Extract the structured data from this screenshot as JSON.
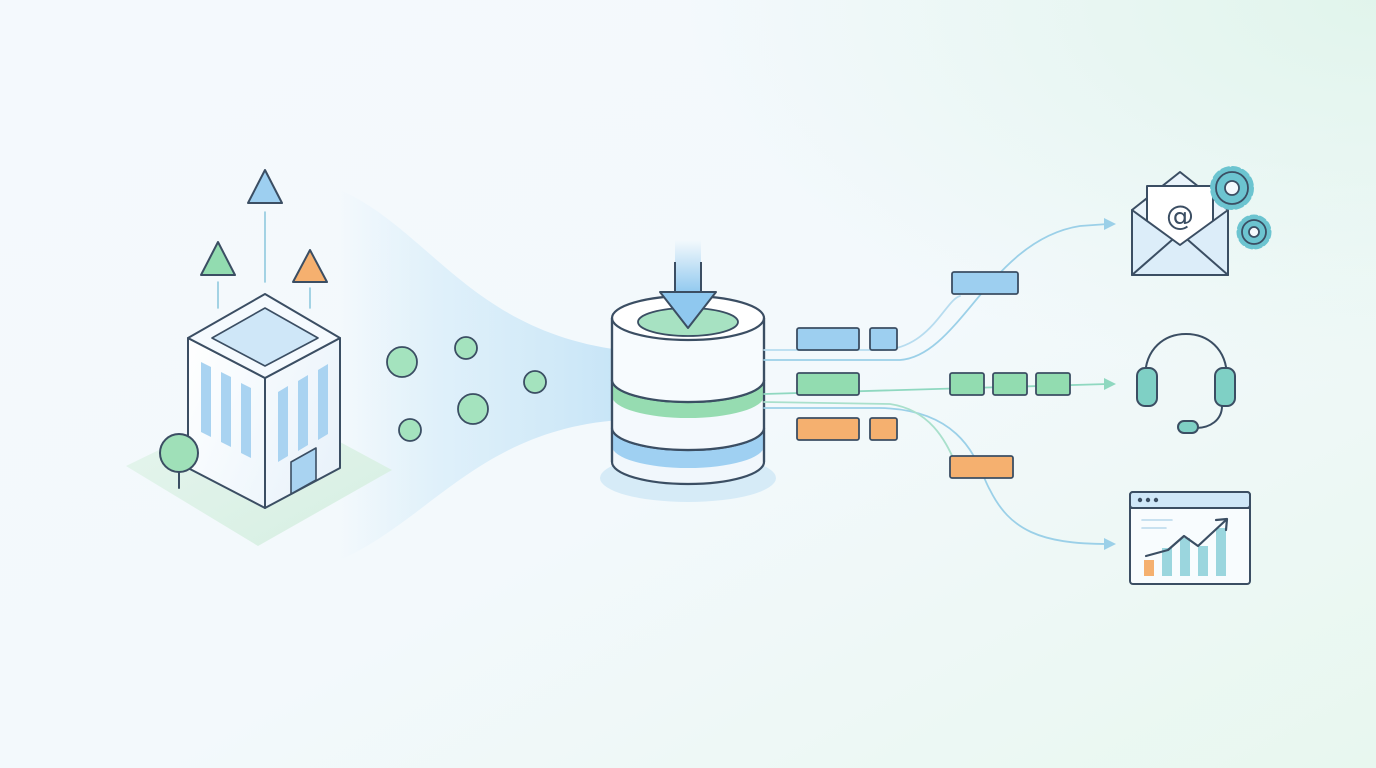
{
  "diagram": {
    "nodes": [
      {
        "id": "building",
        "kind": "source",
        "icon": "office-building-icon"
      },
      {
        "id": "database",
        "kind": "hub",
        "icon": "database-icon"
      },
      {
        "id": "email",
        "kind": "destination",
        "icon": "email-settings-icon"
      },
      {
        "id": "support",
        "kind": "destination",
        "icon": "headset-icon"
      },
      {
        "id": "analytics",
        "kind": "destination",
        "icon": "analytics-dashboard-icon"
      }
    ],
    "edges": [
      {
        "from": "building",
        "to": "database",
        "style": "data-stream"
      },
      {
        "from": "database",
        "to": "email",
        "packet_color": "blue"
      },
      {
        "from": "database",
        "to": "support",
        "packet_color": "green"
      },
      {
        "from": "database",
        "to": "analytics",
        "packet_color": "orange"
      }
    ],
    "glyphs": {
      "email_symbol": "@"
    }
  },
  "colors": {
    "background_start": "#f4f9fd",
    "background_end": "#e8f7ef",
    "outline": "#3b4e63",
    "blue": "#9dcff0",
    "blue_light": "#d4ebfa",
    "green": "#92dcb0",
    "green_light": "#d6f3e2",
    "orange": "#f5b06f",
    "teal": "#7fd0c5",
    "connector": "#9bd0e8",
    "gear": "#6cc4d0"
  }
}
